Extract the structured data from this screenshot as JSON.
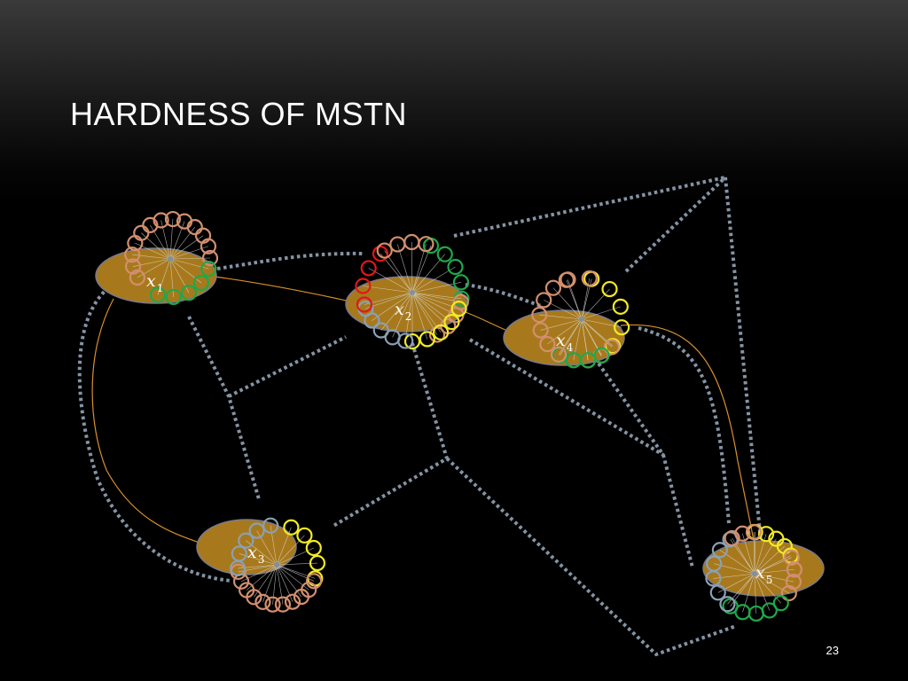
{
  "slide": {
    "title": "HARDNESS OF MSTN",
    "page_number": "23"
  },
  "colors": {
    "node_fill": "#a8791c",
    "node_stroke": "#7a7a8a",
    "dotted_edge": "#8593a3",
    "curve_edge": "#d8902c",
    "ring_tan": "#d28f6e",
    "ring_green": "#1fa84a",
    "ring_red": "#e01818",
    "ring_yellow": "#f2ea24",
    "ring_grey": "#8aa0b3"
  },
  "nodes": [
    {
      "id": "x1",
      "base": "x",
      "sub": "1"
    },
    {
      "id": "x2",
      "base": "x",
      "sub": "2"
    },
    {
      "id": "x3",
      "base": "x",
      "sub": "3"
    },
    {
      "id": "x4",
      "base": "x",
      "sub": "4"
    },
    {
      "id": "x5",
      "base": "x",
      "sub": "5"
    }
  ]
}
